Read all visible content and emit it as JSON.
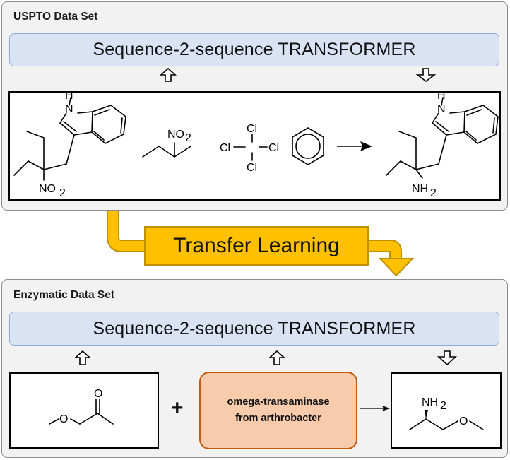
{
  "top_panel": {
    "title": "USPTO Data Set",
    "transformer_label": "Sequence-2-sequence TRANSFORMER",
    "reaction": {
      "reactant_1_labels": {
        "nh": "H",
        "n": "N",
        "no2": "NO",
        "sub": "2"
      },
      "reactant_2_labels": {
        "no2": "NO",
        "sub": "2"
      },
      "reactant_3_labels": {
        "cl_top": "Cl",
        "cl_left": "Cl",
        "cl_right": "Cl",
        "cl_bottom": "Cl"
      },
      "product_labels": {
        "nh": "H",
        "n": "N",
        "nh2": "NH",
        "sub": "2"
      }
    }
  },
  "transfer": {
    "label": "Transfer Learning",
    "color": "#ffc000"
  },
  "bottom_panel": {
    "title": "Enzymatic Data Set",
    "transformer_label": "Sequence-2-sequence TRANSFORMER",
    "substrate_labels": {
      "o_carbonyl": "O",
      "o_ether": "O"
    },
    "plus": "+",
    "enzyme": {
      "line1": "omega-transaminase",
      "line2": "from arthrobacter"
    },
    "product_labels": {
      "nh2": "NH",
      "sub": "2",
      "o_ether": "O"
    }
  }
}
